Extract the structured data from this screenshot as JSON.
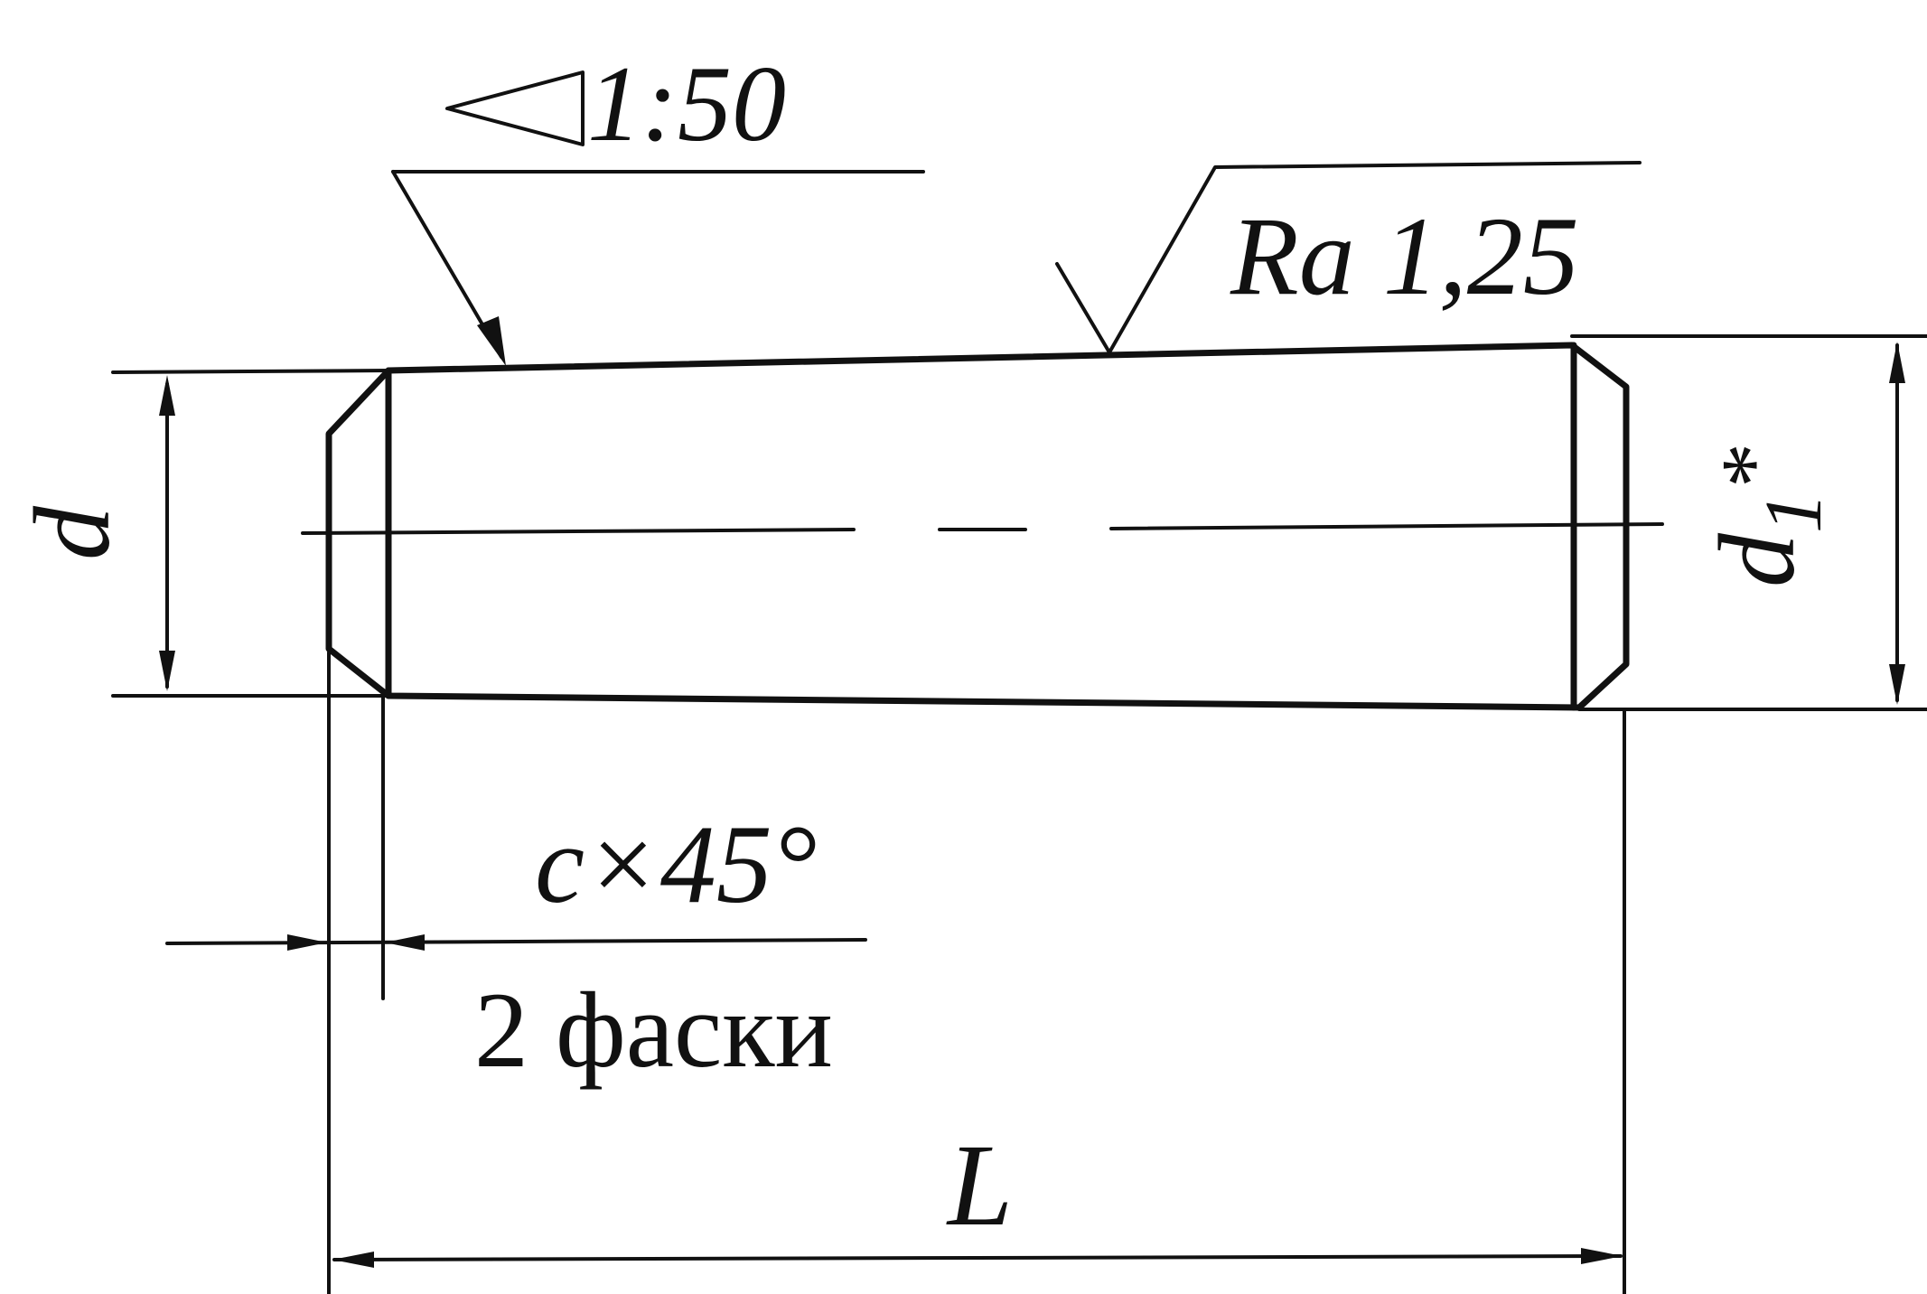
{
  "drawing": {
    "taper_label": "1:50",
    "roughness_label": "Ra 1,25",
    "diameter_small_label": "d",
    "diameter_large_label": "d",
    "diameter_large_subscript": "1",
    "diameter_large_mark": "*",
    "chamfer_label": "c×45°",
    "chamfer_note": "2 фаски",
    "length_label": "L",
    "colors": {
      "ink": "#111111",
      "background": "#ffffff"
    }
  }
}
